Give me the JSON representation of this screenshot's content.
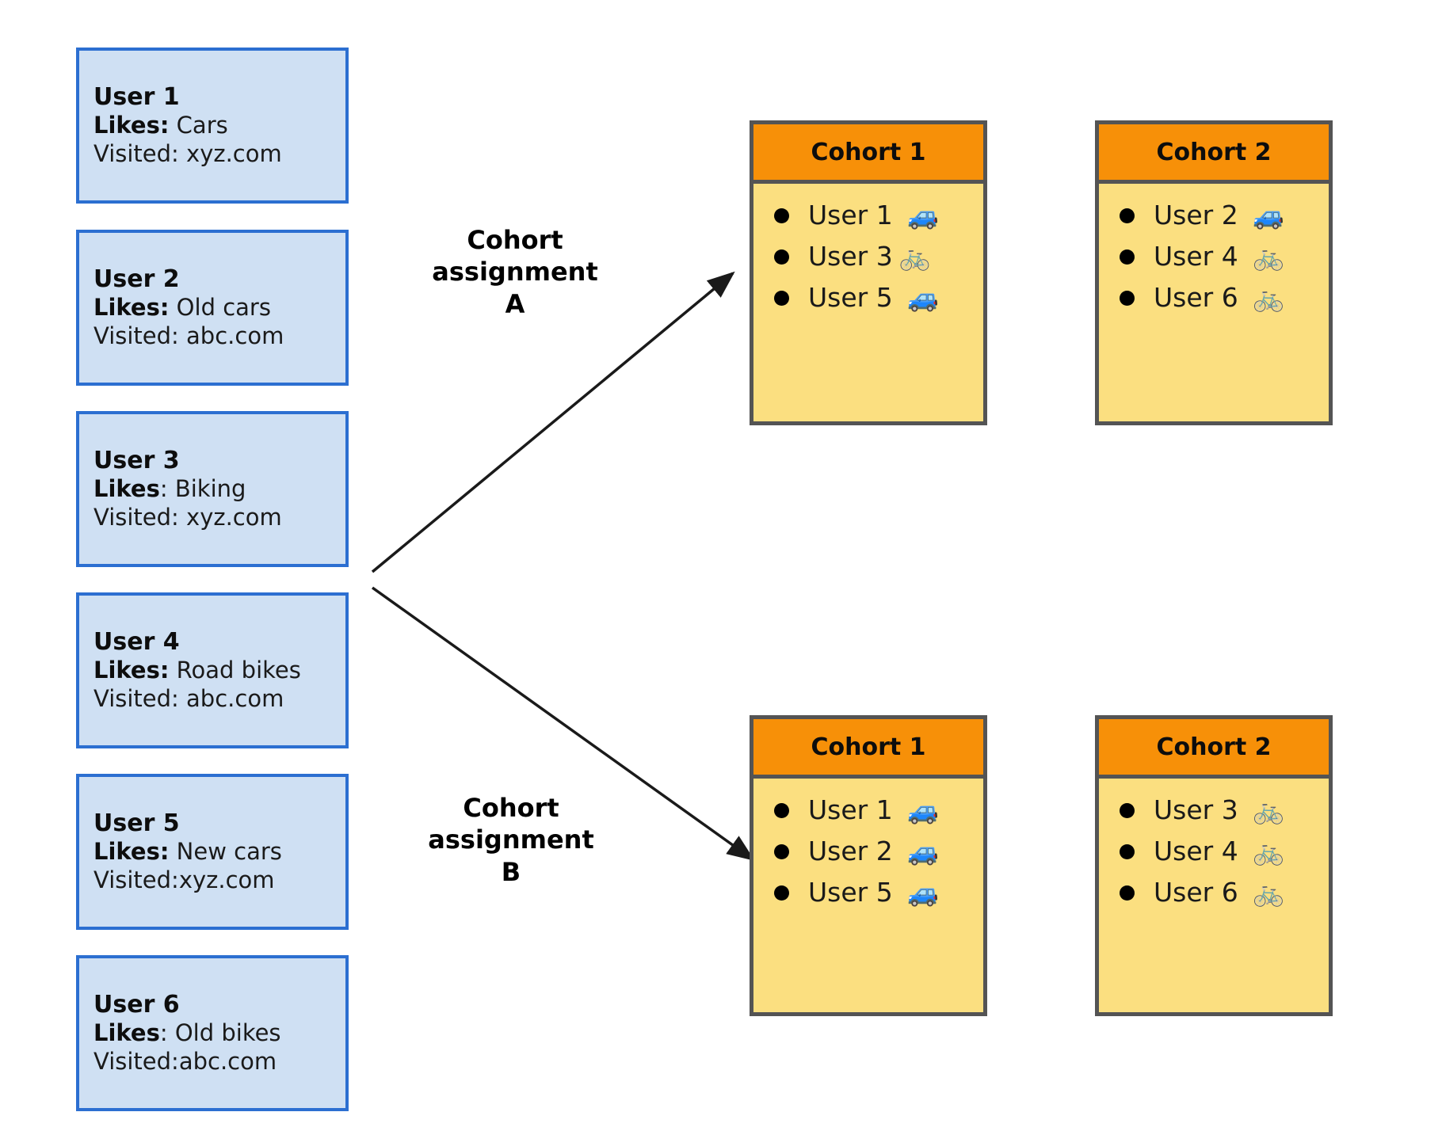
{
  "users": [
    {
      "title": "User 1",
      "likes_label": "Likes:",
      "likes_value": " Cars",
      "visited": "Visited: xyz.com"
    },
    {
      "title": "User 2",
      "likes_label": "Likes:",
      "likes_value": " Old cars",
      "visited": "Visited: abc.com"
    },
    {
      "title": "User 3",
      "likes_label": "Likes",
      "likes_value": ": Biking",
      "visited": "Visited: xyz.com"
    },
    {
      "title": "User 4",
      "likes_label": "Likes:",
      "likes_value": " Road bikes",
      "visited": "Visited: abc.com"
    },
    {
      "title": "User 5",
      "likes_label": "Likes:",
      "likes_value": " New cars",
      "visited": "Visited:xyz.com"
    },
    {
      "title": "User 6",
      "likes_label": "Likes",
      "likes_value": ": Old bikes",
      "visited": "Visited:abc.com"
    }
  ],
  "assignments": [
    {
      "arrow_label": "Cohort\nassignment\nA",
      "cohorts": [
        {
          "title": "Cohort 1",
          "members": [
            {
              "label": "User 1 ",
              "icon": "car-icon",
              "emoji": "🚙"
            },
            {
              "label": "User 3",
              "icon": "bicycle-icon",
              "emoji": "🚲"
            },
            {
              "label": "User 5 ",
              "icon": "car-icon",
              "emoji": "🚙"
            }
          ]
        },
        {
          "title": "Cohort 2",
          "members": [
            {
              "label": "User 2 ",
              "icon": "car-icon",
              "emoji": "🚙"
            },
            {
              "label": "User 4 ",
              "icon": "bicycle-icon",
              "emoji": "🚲"
            },
            {
              "label": "User 6 ",
              "icon": "bicycle-icon",
              "emoji": "🚲"
            }
          ]
        }
      ]
    },
    {
      "arrow_label": "Cohort\nassignment\nB",
      "cohorts": [
        {
          "title": "Cohort 1",
          "members": [
            {
              "label": "User 1 ",
              "icon": "car-icon",
              "emoji": "🚙"
            },
            {
              "label": "User 2 ",
              "icon": "car-icon",
              "emoji": "🚙"
            },
            {
              "label": "User 5 ",
              "icon": "car-icon",
              "emoji": "🚙"
            }
          ]
        },
        {
          "title": "Cohort 2",
          "members": [
            {
              "label": "User 3 ",
              "icon": "bicycle-icon",
              "emoji": "🚲"
            },
            {
              "label": "User 4 ",
              "icon": "bicycle-icon",
              "emoji": "🚲"
            },
            {
              "label": "User 6 ",
              "icon": "bicycle-icon",
              "emoji": "🚲"
            }
          ]
        }
      ]
    }
  ],
  "colors": {
    "user_card_fill": "#cfe0f3",
    "user_card_border": "#2c6fd1",
    "cohort_header_fill": "#f79008",
    "cohort_body_fill": "#fbdf80",
    "cohort_border": "#545454",
    "arrow_stroke": "#1a1a1a"
  }
}
